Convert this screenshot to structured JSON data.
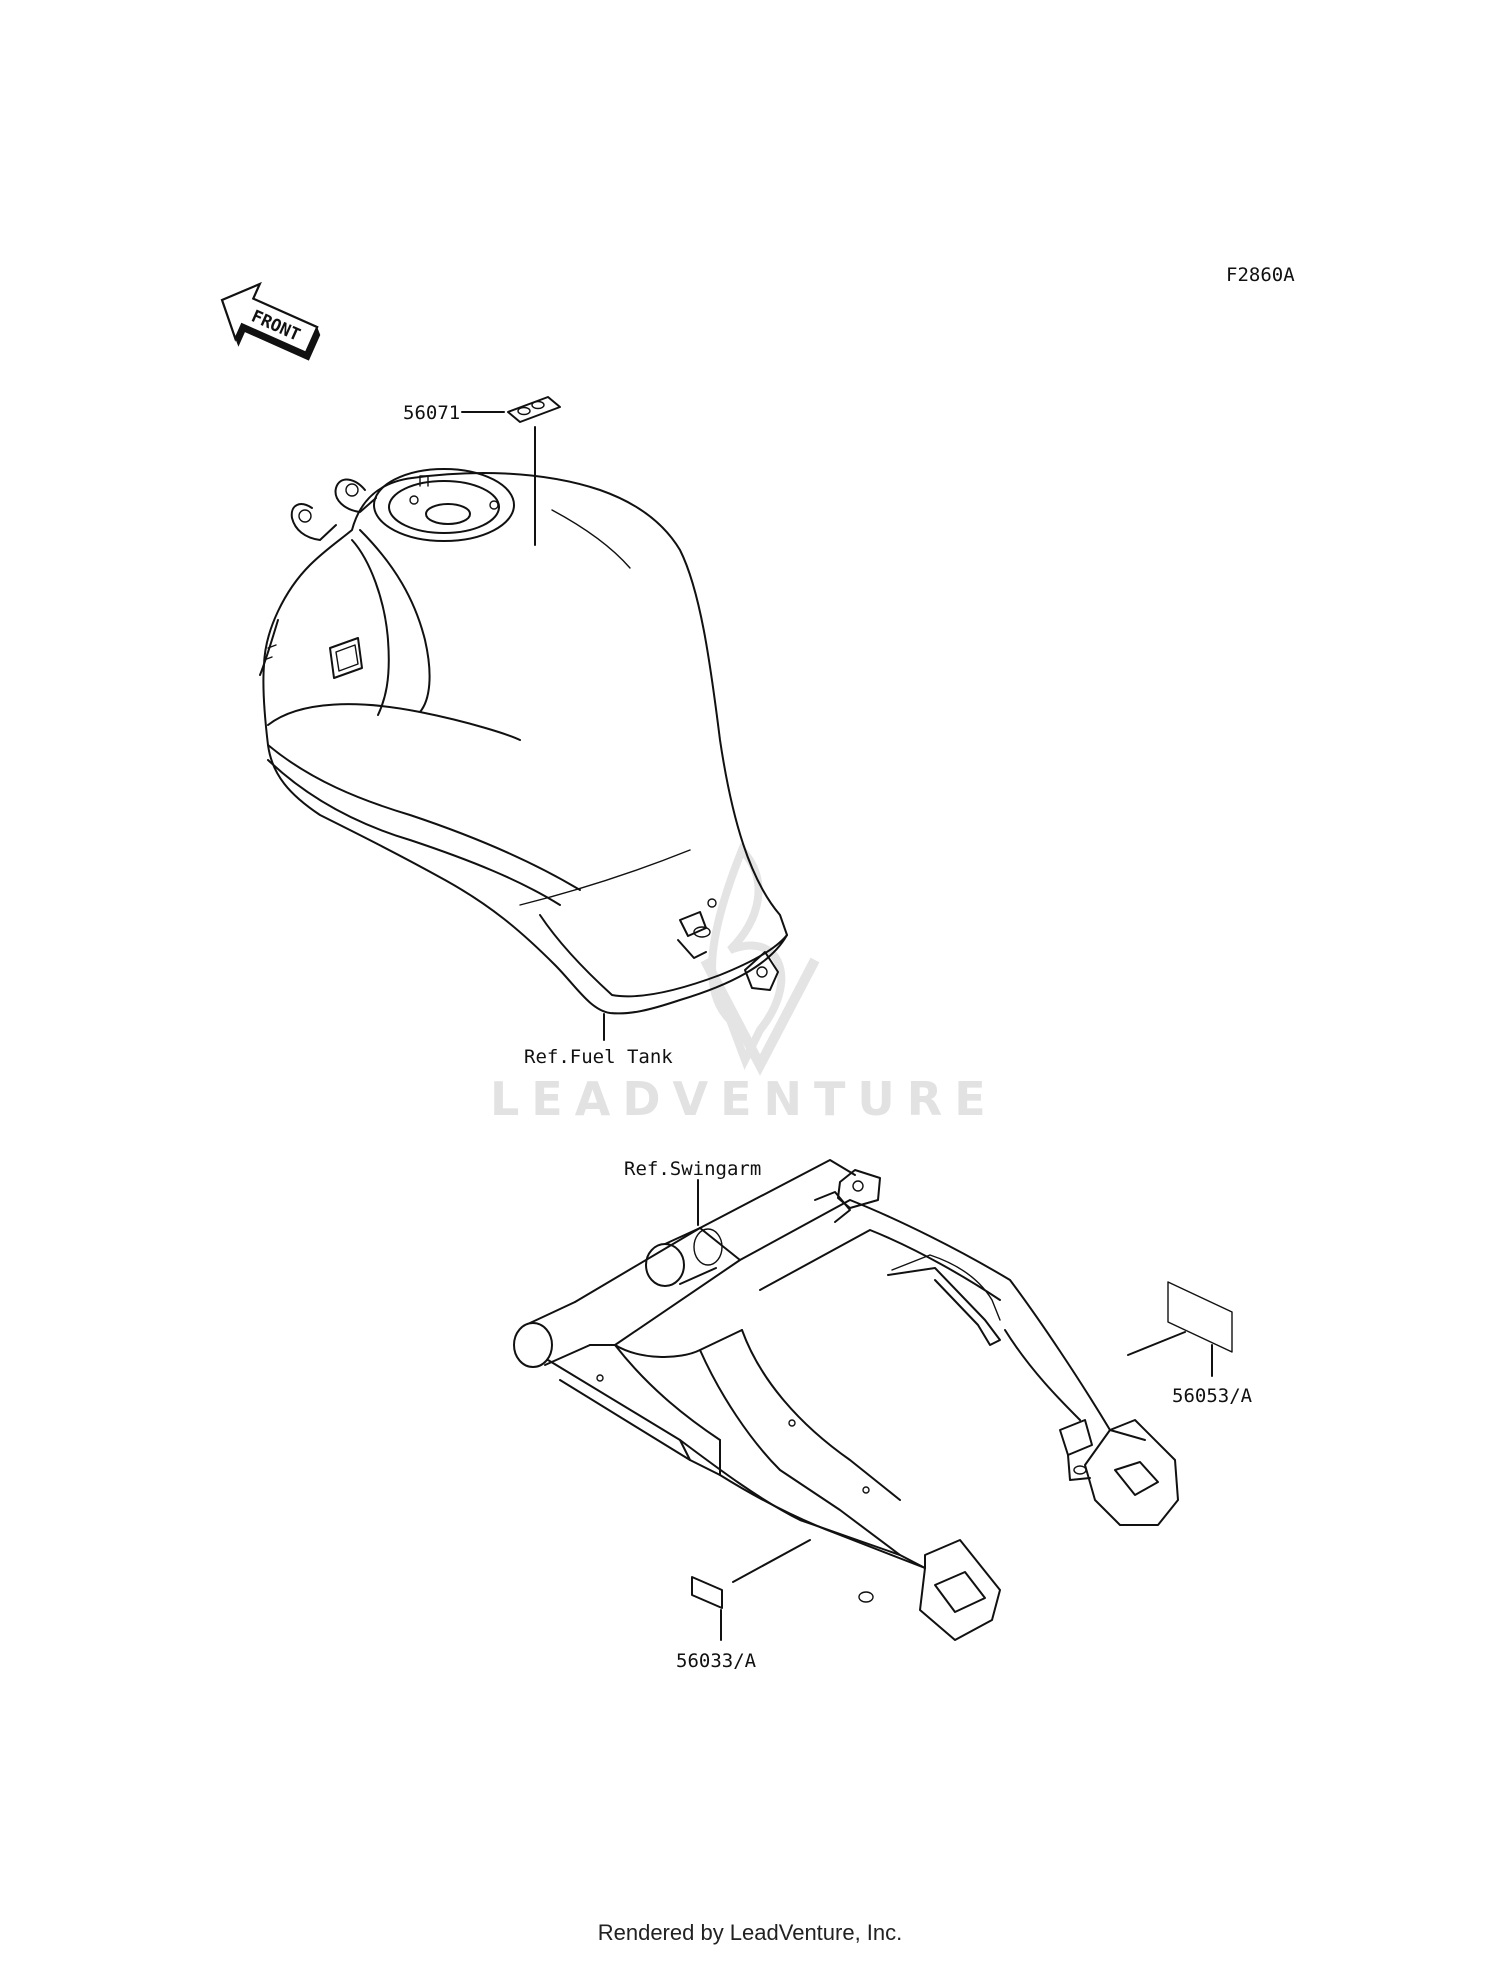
{
  "diagram_code": "F2860A",
  "front_marker": "FRONT",
  "watermark": "LEADVENTURE",
  "parts": [
    {
      "number": "56071"
    },
    {
      "number": "56053/A"
    },
    {
      "number": "56033/A"
    }
  ],
  "references": [
    {
      "label": "Ref.Fuel Tank"
    },
    {
      "label": "Ref.Swingarm"
    }
  ],
  "footer": "Rendered by LeadVenture, Inc."
}
